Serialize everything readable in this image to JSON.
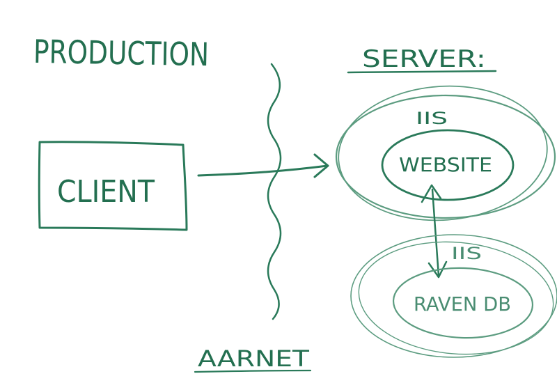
{
  "title": "PRODUCTION",
  "server_label": "SERVER:",
  "network_label": "AARNET",
  "client": {
    "label": "CLIENT"
  },
  "iis_outer_label": "IIS",
  "website_label": "WEBSITE",
  "iis_lower_label": "IIS",
  "raven_label": "RAVEN DB",
  "colors": {
    "ink": "#236f50",
    "ink_faint": "#5c9c80",
    "background": "#ffffff"
  }
}
